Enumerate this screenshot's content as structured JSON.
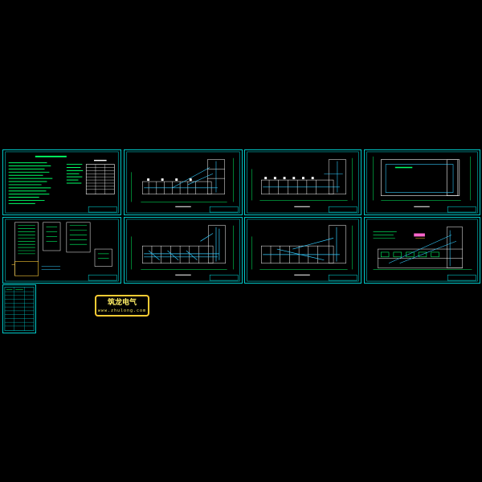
{
  "sheets": [
    {
      "id": "design-notes"
    },
    {
      "id": "floor-plan-1"
    },
    {
      "id": "floor-plan-2"
    },
    {
      "id": "roof-plan"
    },
    {
      "id": "system-diagram"
    },
    {
      "id": "floor-plan-3"
    },
    {
      "id": "floor-plan-4"
    },
    {
      "id": "section-elevation"
    },
    {
      "id": "material-table"
    }
  ],
  "stamp": {
    "title": "筑龙电气",
    "subtitle": "www.zhulong.com"
  },
  "colors": {
    "background": "#000000",
    "frame": "#00c8c8",
    "text": "#00ff66",
    "wall": "#ffffff",
    "wire": "#33ccff",
    "stamp": "#ffcc33"
  }
}
